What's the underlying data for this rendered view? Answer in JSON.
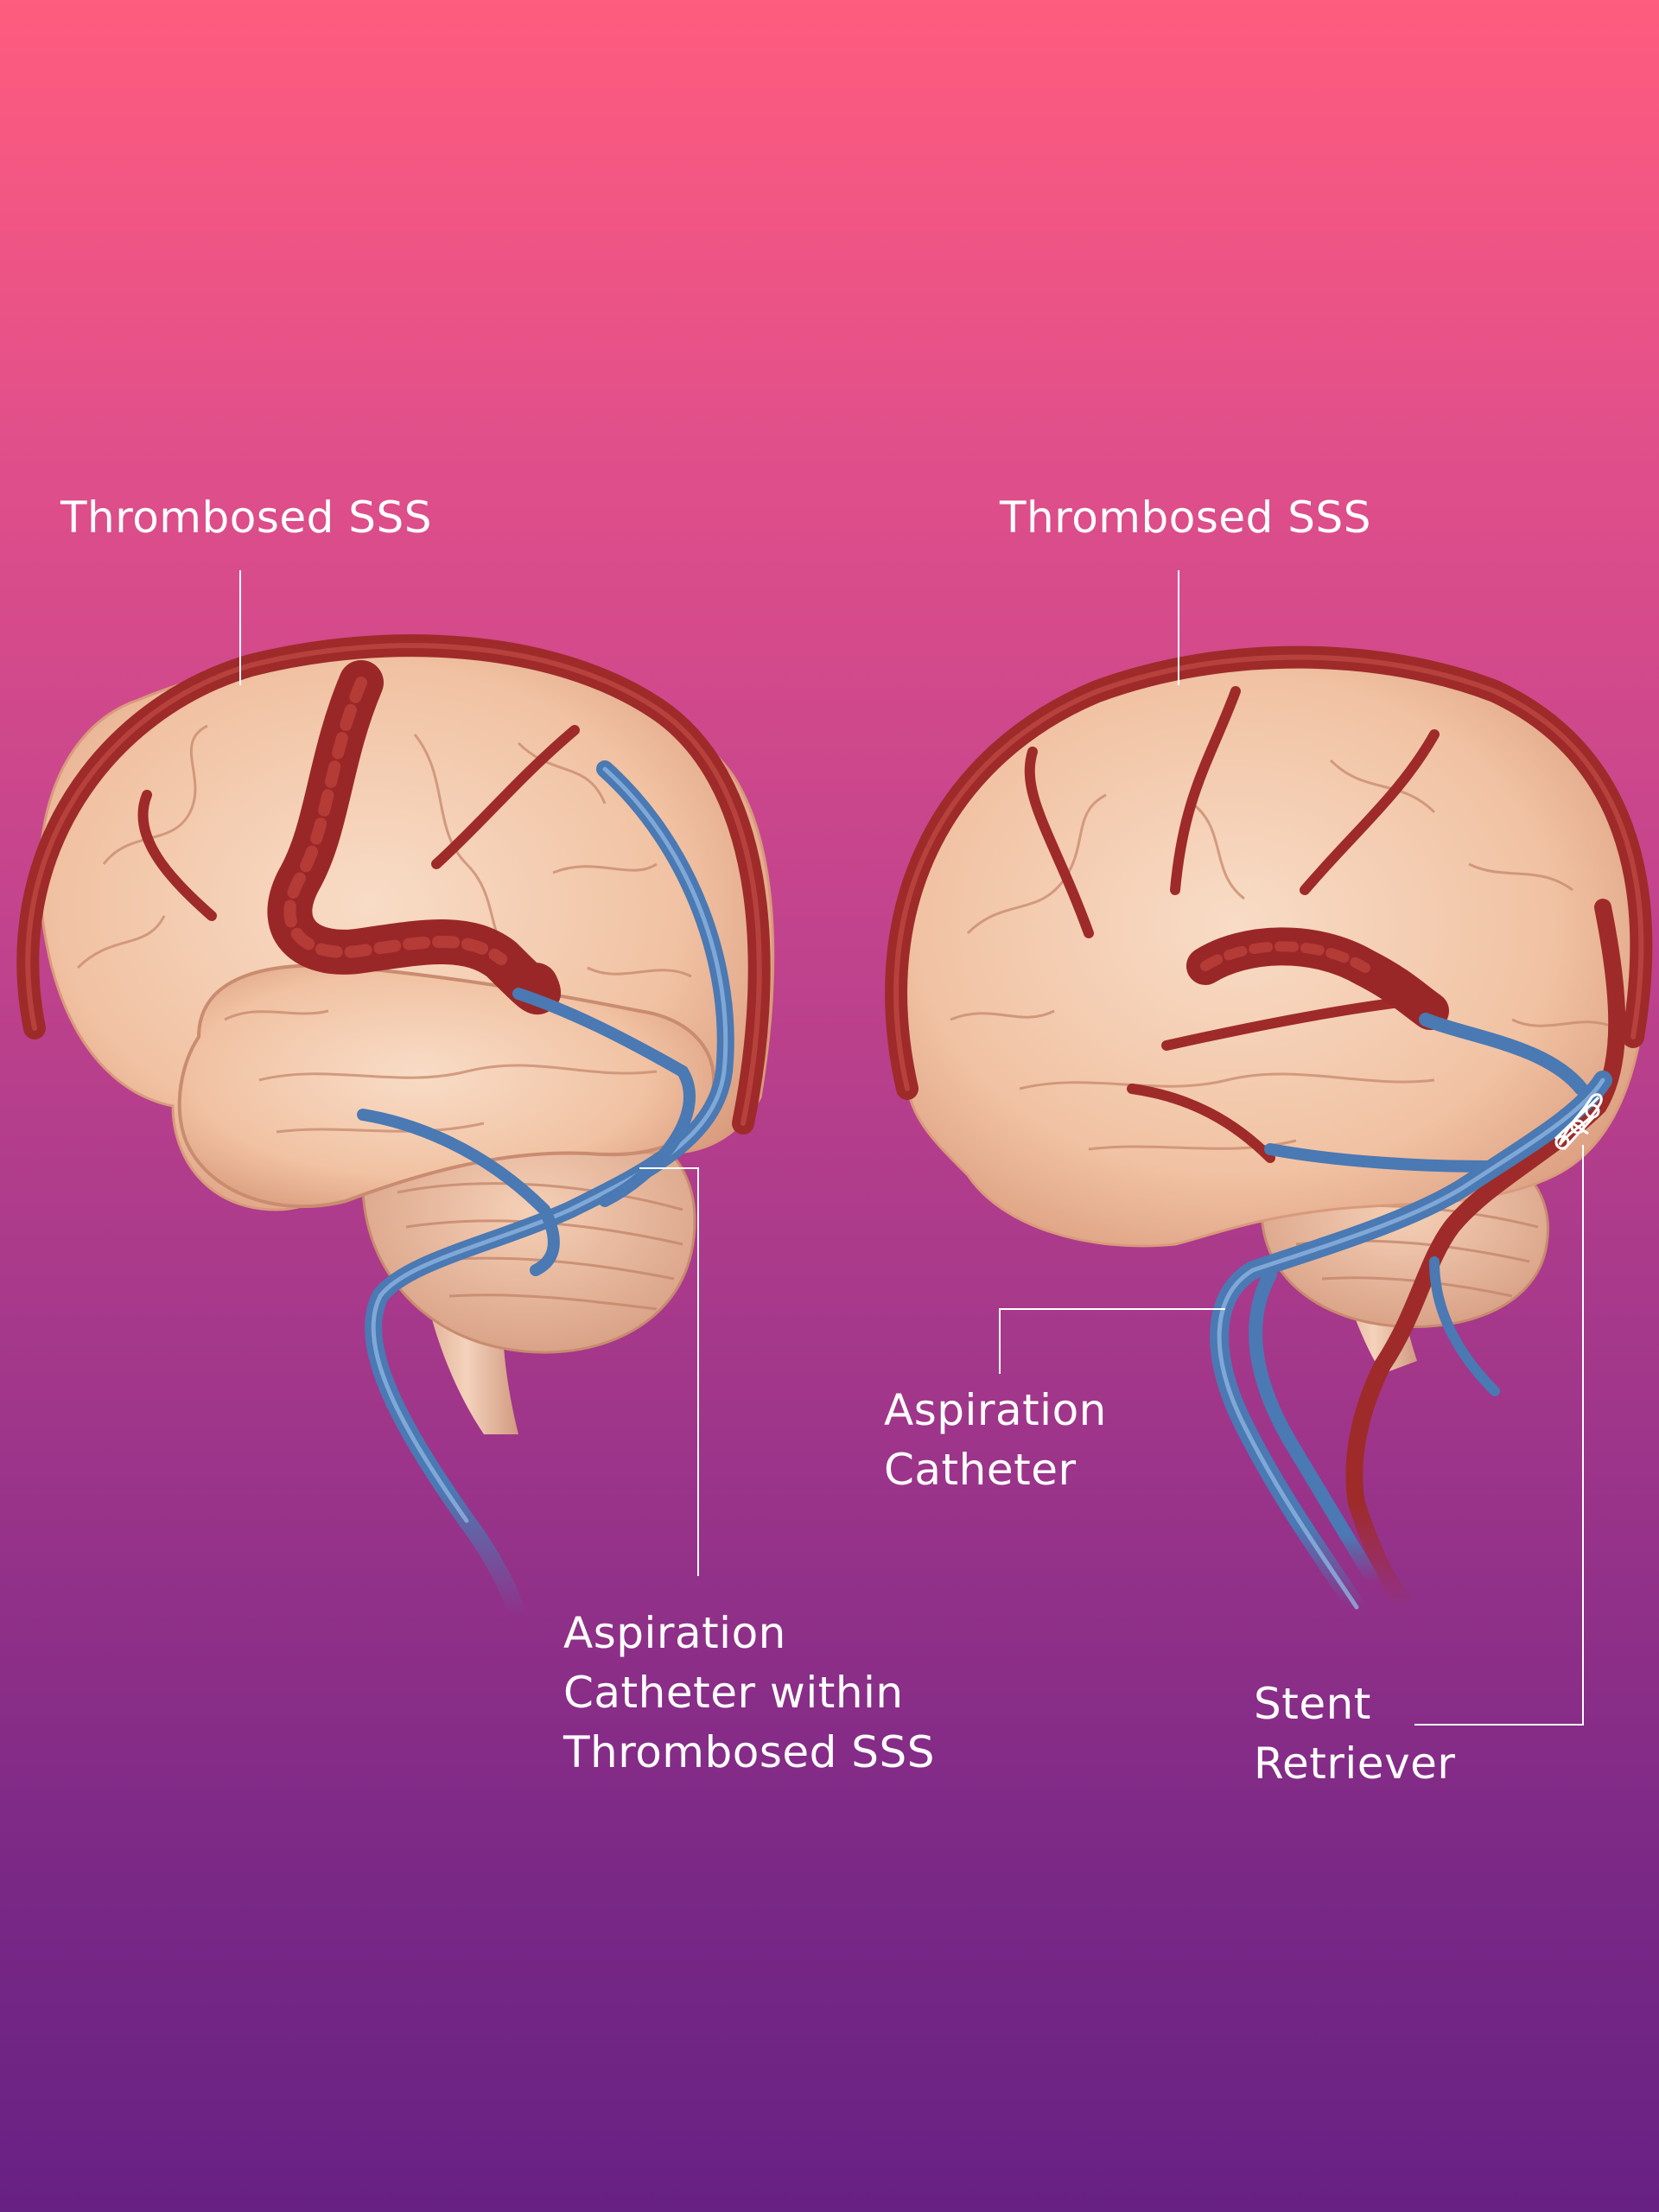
{
  "labels": {
    "left_top": "Thrombosed SSS",
    "right_top": "Thrombosed SSS",
    "left_bottom": [
      "Aspiration",
      "Catheter within",
      "Thrombosed SSS"
    ],
    "right_catheter": [
      "Aspiration",
      "Catheter"
    ],
    "right_stent": [
      "Stent",
      "Retriever"
    ]
  },
  "colors": {
    "gradient_top": "#ff5c7e",
    "gradient_bottom": "#672183",
    "brain_tissue": "#f3c7a9",
    "vessel_red": "#9e2b29",
    "catheter_blue": "#4a79b3",
    "label_text": "#ffffff"
  }
}
